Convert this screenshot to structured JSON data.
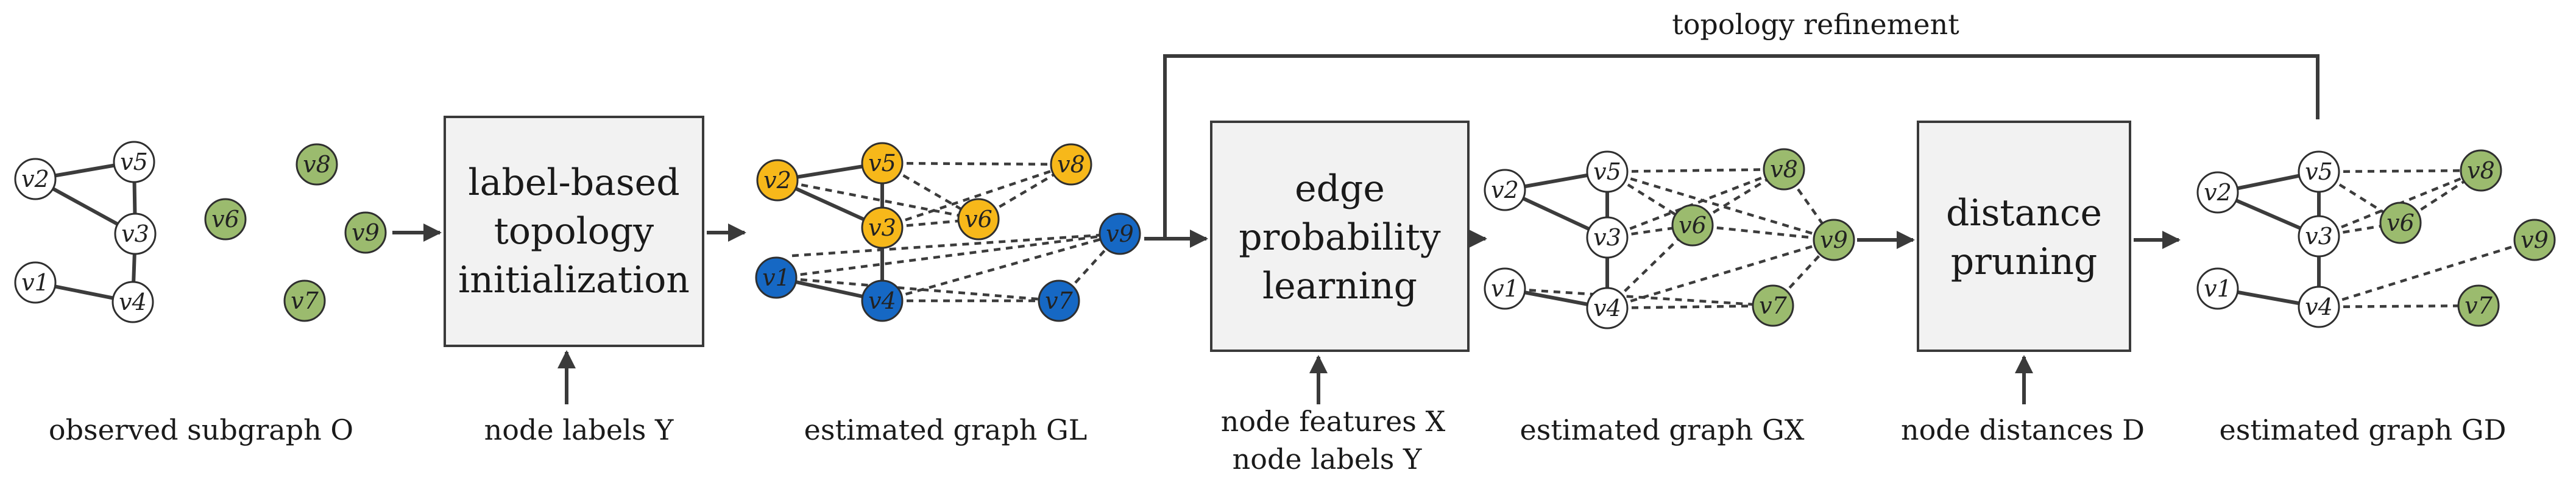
{
  "colors": {
    "node_white": "#ffffff",
    "node_green": "#9bbb6e",
    "node_yellow": "#f7b81a",
    "node_blue": "#1668c4",
    "box_fill": "#f2f2f2",
    "line": "#3c3c3c"
  },
  "nodes": {
    "v1": "v1",
    "v2": "v2",
    "v3": "v3",
    "v4": "v4",
    "v5": "v5",
    "v6": "v6",
    "v7": "v7",
    "v8": "v8",
    "v9": "v9"
  },
  "steps": {
    "init": {
      "line1": "label-based",
      "line2": "topology",
      "line3": "initialization",
      "input_label": "node labels Y"
    },
    "edge": {
      "line1": "edge",
      "line2": "probability",
      "line3": "learning",
      "input_line1": "node features X",
      "input_line2": "node labels Y"
    },
    "prune": {
      "line1": "distance",
      "line2": "pruning",
      "input_label": "node distances D"
    }
  },
  "graphs": {
    "observed": {
      "caption": "observed subgraph O"
    },
    "gl": {
      "caption": "estimated graph GL"
    },
    "gx": {
      "caption": "estimated graph GX"
    },
    "gd": {
      "caption": "estimated graph GD"
    }
  },
  "feedback": {
    "label": "topology refinement"
  }
}
